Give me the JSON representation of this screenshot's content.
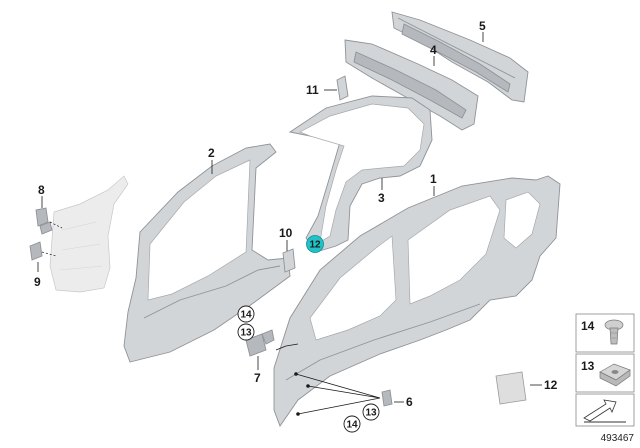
{
  "callouts": {
    "p1": "1",
    "p2": "2",
    "p3": "3",
    "p4": "4",
    "p5": "5",
    "p6": "6",
    "p7": "7",
    "p8": "8",
    "p9": "9",
    "p10": "10",
    "p11": "11",
    "p12_highlight": "12",
    "p12": "12",
    "p13a": "13",
    "p14a": "14",
    "p13b": "13",
    "p14b": "14"
  },
  "legend": {
    "item14": "14",
    "item13": "13"
  },
  "reference_number": "493467",
  "colors": {
    "part_fill": "#d2d5d8",
    "part_shade": "#b5b9bd",
    "highlight": "#1fc2c8",
    "line": "#1a1a1a"
  }
}
